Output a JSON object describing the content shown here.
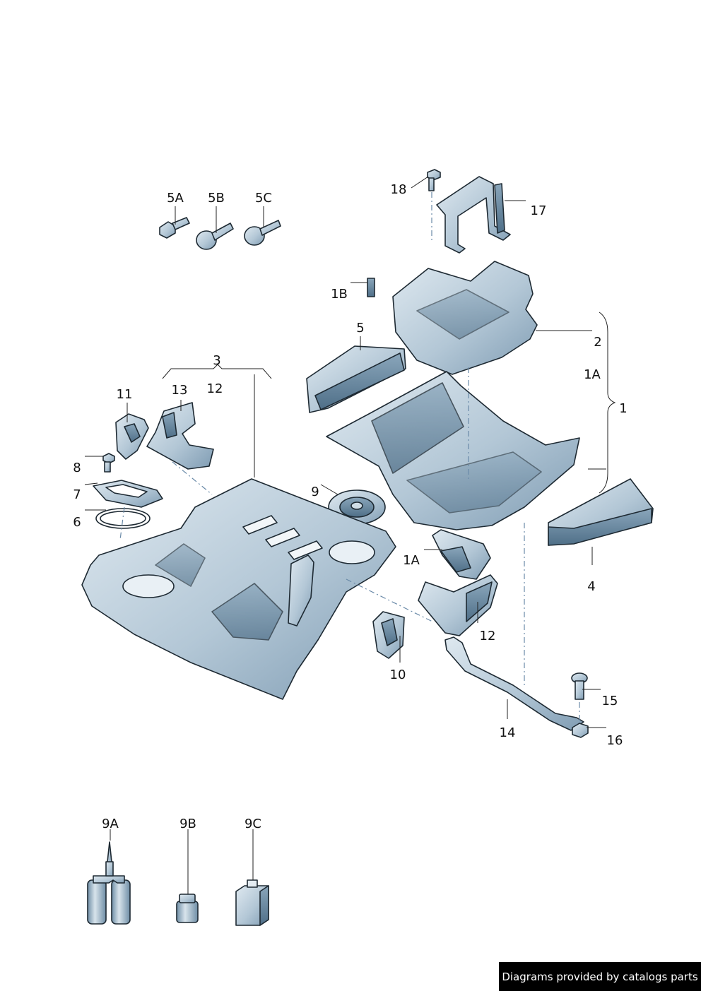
{
  "labels": {
    "l5A": "5A",
    "l5B": "5B",
    "l5C": "5C",
    "l18": "18",
    "l17": "17",
    "l1B": "1B",
    "l2": "2",
    "l1A_top": "1A",
    "l1": "1",
    "l5": "5",
    "l3": "3",
    "l11": "11",
    "l13": "13",
    "l12_top": "12",
    "l8": "8",
    "l7": "7",
    "l6": "6",
    "l9": "9",
    "l1A_mid": "1A",
    "l4": "4",
    "l12_mid": "12",
    "l10": "10",
    "l15": "15",
    "l14": "14",
    "l16": "16",
    "l9A": "9A",
    "l9B": "9B",
    "l9C": "9C"
  },
  "footer": {
    "text": "Diagrams provided by catalogs parts"
  },
  "colors": {
    "part_fill": "#b8cbd8",
    "part_dark": "#6f8ea6",
    "outline": "#1e2a33",
    "footer_bg": "#000000"
  }
}
